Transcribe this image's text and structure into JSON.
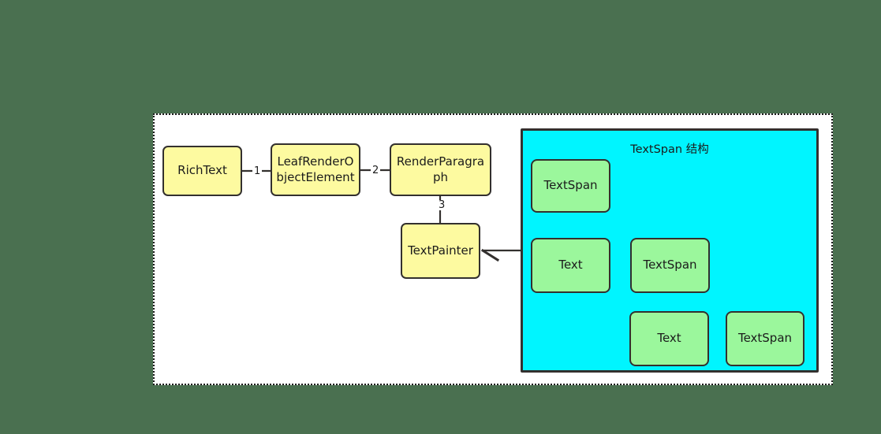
{
  "diagram": {
    "title_hidden": "",
    "background_color": "#4a7050",
    "panel": {
      "name": "outer-dashed-panel",
      "fill": "#ffffff",
      "border_style": "dotted",
      "border_color": "#1b1b1b"
    },
    "subpanel": {
      "name": "textspan-structure-panel",
      "title": "TextSpan 结构",
      "fill": "#00f5ff",
      "border_color": "#33302e"
    },
    "colors": {
      "node_yellow": "#fdfaa0",
      "node_green": "#9bf79c",
      "cyan": "#00f5ff",
      "stroke": "#33302e",
      "text": "#1b1b1b"
    },
    "flow_nodes": [
      {
        "id": "richtext",
        "label": "RichText",
        "fill": "#fdfaa0"
      },
      {
        "id": "leafelem",
        "label": "LeafRenderObjectElement",
        "fill": "#fdfaa0"
      },
      {
        "id": "renderpara",
        "label": "RenderParagraph",
        "fill": "#fdfaa0"
      },
      {
        "id": "textpainter",
        "label": "TextPainter",
        "fill": "#fdfaa0"
      }
    ],
    "flow_edges": [
      {
        "from": "richtext",
        "to": "leafelem",
        "label": "1"
      },
      {
        "from": "leafelem",
        "to": "renderpara",
        "label": "2"
      },
      {
        "from": "renderpara",
        "to": "textpainter",
        "label": "3"
      },
      {
        "from": "textspan-panel",
        "to": "textpainter",
        "label": "",
        "arrow": true
      }
    ],
    "tree_nodes": [
      {
        "id": "span-root",
        "label": "TextSpan",
        "level": 0,
        "fill": "#9bf79c"
      },
      {
        "id": "text-1",
        "label": "Text",
        "level": 1,
        "fill": "#9bf79c"
      },
      {
        "id": "span-2",
        "label": "TextSpan",
        "level": 1,
        "fill": "#9bf79c"
      },
      {
        "id": "text-2",
        "label": "Text",
        "level": 2,
        "fill": "#9bf79c"
      },
      {
        "id": "span-3",
        "label": "TextSpan",
        "level": 2,
        "fill": "#9bf79c"
      }
    ],
    "tree_edges": [
      {
        "from": "span-root",
        "to": "text-1"
      },
      {
        "from": "span-root",
        "to": "span-2"
      },
      {
        "from": "span-2",
        "to": "text-2"
      },
      {
        "from": "span-2",
        "to": "span-3"
      }
    ]
  }
}
